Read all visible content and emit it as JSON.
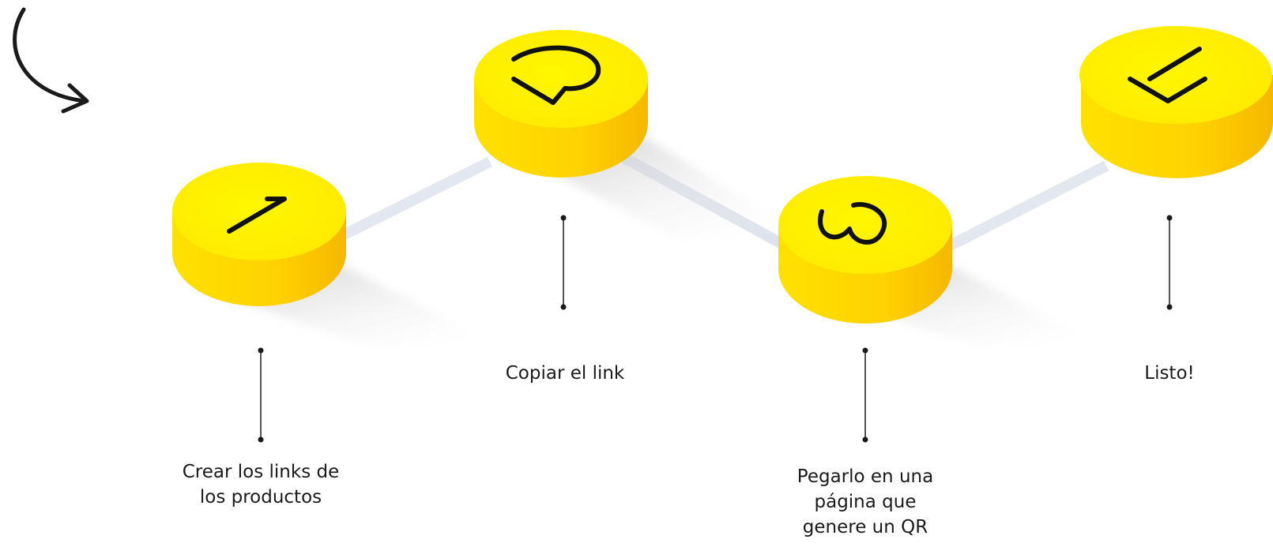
{
  "steps": [
    {
      "number": "1",
      "caption": "Crear los links de\nlos productos"
    },
    {
      "number": "2",
      "caption": "Copiar el link"
    },
    {
      "number": "3",
      "caption": "Pegarlo en una\npágina que\ngenere un QR"
    },
    {
      "number": "4",
      "caption": "Listo!"
    }
  ],
  "colors": {
    "disc_top": "#ffee00",
    "disc_side": "#f7c600",
    "connector": "#e3e7ef",
    "shadow": "#c8c8c8",
    "leader": "#1a1a1a"
  },
  "icons": {
    "curved_arrow": "curved-arrow-icon"
  }
}
